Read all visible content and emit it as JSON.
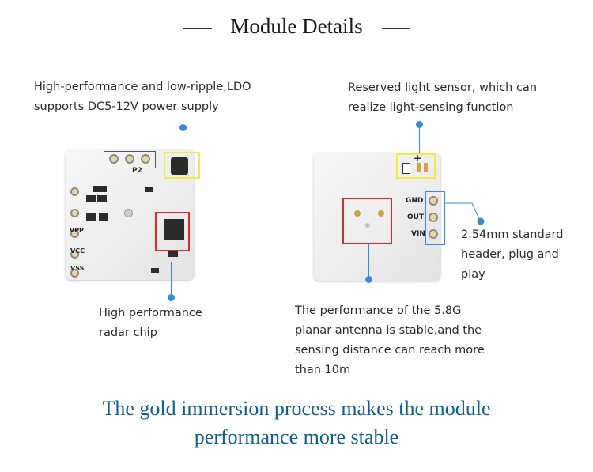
{
  "title": "Module Details",
  "labels": {
    "ldo_line1": "High-performance and low-ripple,LDO",
    "ldo_line2": "supports DC5-12V power supply",
    "light_line1": "Reserved light sensor, which can",
    "light_line2": "realize light-sensing function",
    "chip_line1": "High performance",
    "chip_line2": "radar chip",
    "antenna_line1": "The performance of the 5.8G",
    "antenna_line2": "planar antenna is stable,and the",
    "antenna_line3": "sensing distance can reach more",
    "antenna_line4": "than 10m",
    "header_line1": "2.54mm standard",
    "header_line2": "header, plug and",
    "header_line3": "play"
  },
  "footer": {
    "line1": "The gold immersion process makes the module",
    "line2": "performance more stable"
  },
  "silkscreen": {
    "p2": "P2",
    "gnd": "GND",
    "out": "OUT",
    "vin": "VIN",
    "plus": "+",
    "vpp": "VPP",
    "vcc": "VCC",
    "vss": "VSS"
  },
  "colors": {
    "accent": "#3b8ad0",
    "footer_text": "#0f5f8e",
    "highlight_yellow": "#f1e84a",
    "highlight_red": "#e0282a"
  }
}
